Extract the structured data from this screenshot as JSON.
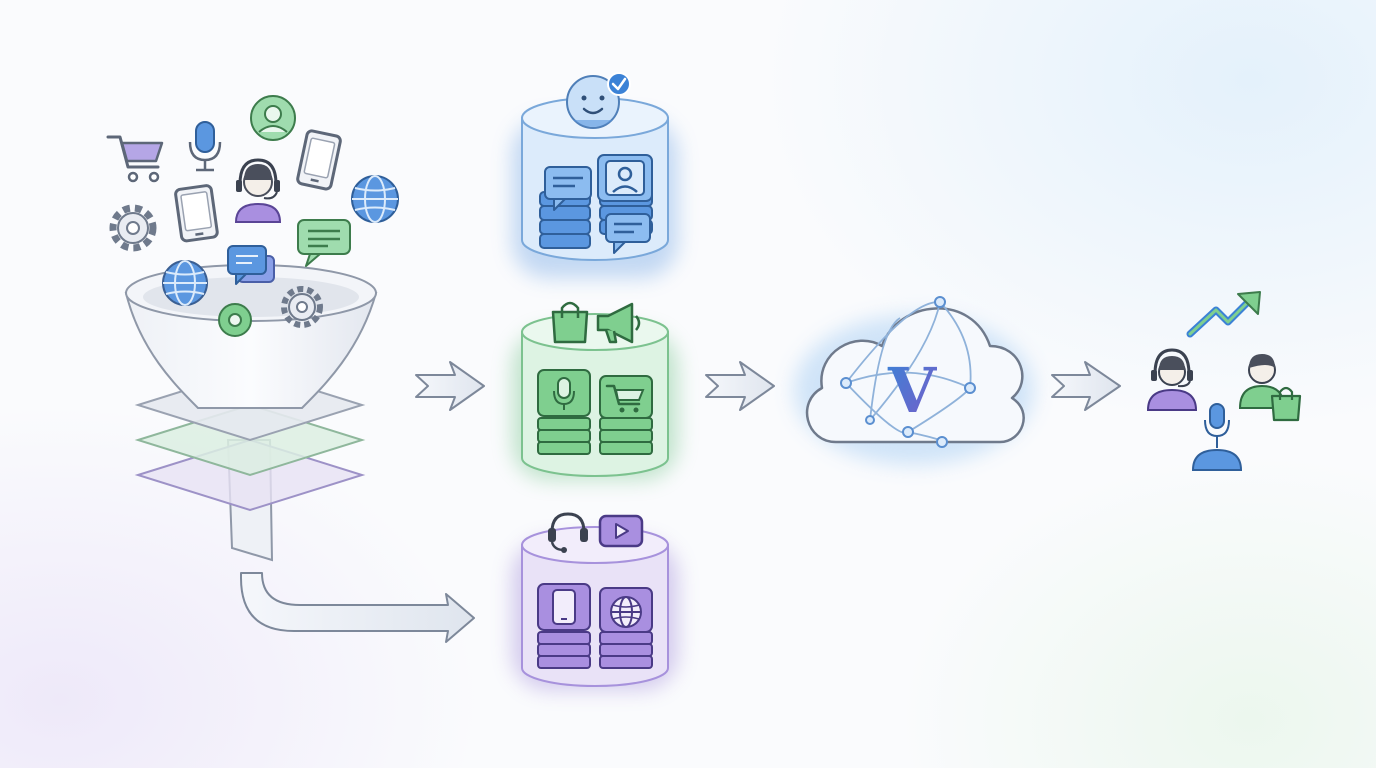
{
  "diagram": {
    "sources": {
      "icons": [
        "shopping-cart-icon",
        "microphone-icon",
        "support-agent-icon",
        "customer-avatar-icon",
        "smartphone-icon",
        "settings-gear-icon",
        "tablet-icon",
        "headset-agent-icon",
        "globe-icon",
        "chat-bubble-icon",
        "chat-bubbles-icon"
      ],
      "funnel_layer_colors": [
        "#c9ced9",
        "#b9dcc4",
        "#d3cbe8"
      ]
    },
    "stores": [
      {
        "id": "service",
        "color": "#5b97e0",
        "fill": "#dcebfb",
        "top_icons": [
          "smiling-face-check-icon"
        ],
        "stack_icons": [
          "chat-bubble-icon",
          "profile-card-icon"
        ]
      },
      {
        "id": "commerce",
        "color": "#55b870",
        "fill": "#ddf3e3",
        "top_icons": [
          "shopping-bag-icon",
          "megaphone-icon"
        ],
        "stack_icons": [
          "microphone-icon",
          "shopping-cart-icon"
        ]
      },
      {
        "id": "media",
        "color": "#8a6fd0",
        "fill": "#e9e2f7",
        "top_icons": [
          "headset-icon",
          "video-play-icon"
        ],
        "stack_icons": [
          "smartphone-icon",
          "globe-icon"
        ]
      }
    ],
    "hub": {
      "logo_letter": "V",
      "logo_colors": [
        "#3b82d6",
        "#7a5cc8"
      ],
      "node_color": "#5b8fd0"
    },
    "outcomes": {
      "icons": [
        "support-agent-icon",
        "growth-trend-arrow-icon",
        "shopper-icon",
        "shopping-bag-icon",
        "voice-user-icon"
      ]
    },
    "colors": {
      "blue": "#5b97e0",
      "green": "#55b870",
      "purple": "#8a6fd0",
      "outline": "#6f7a8c"
    }
  }
}
